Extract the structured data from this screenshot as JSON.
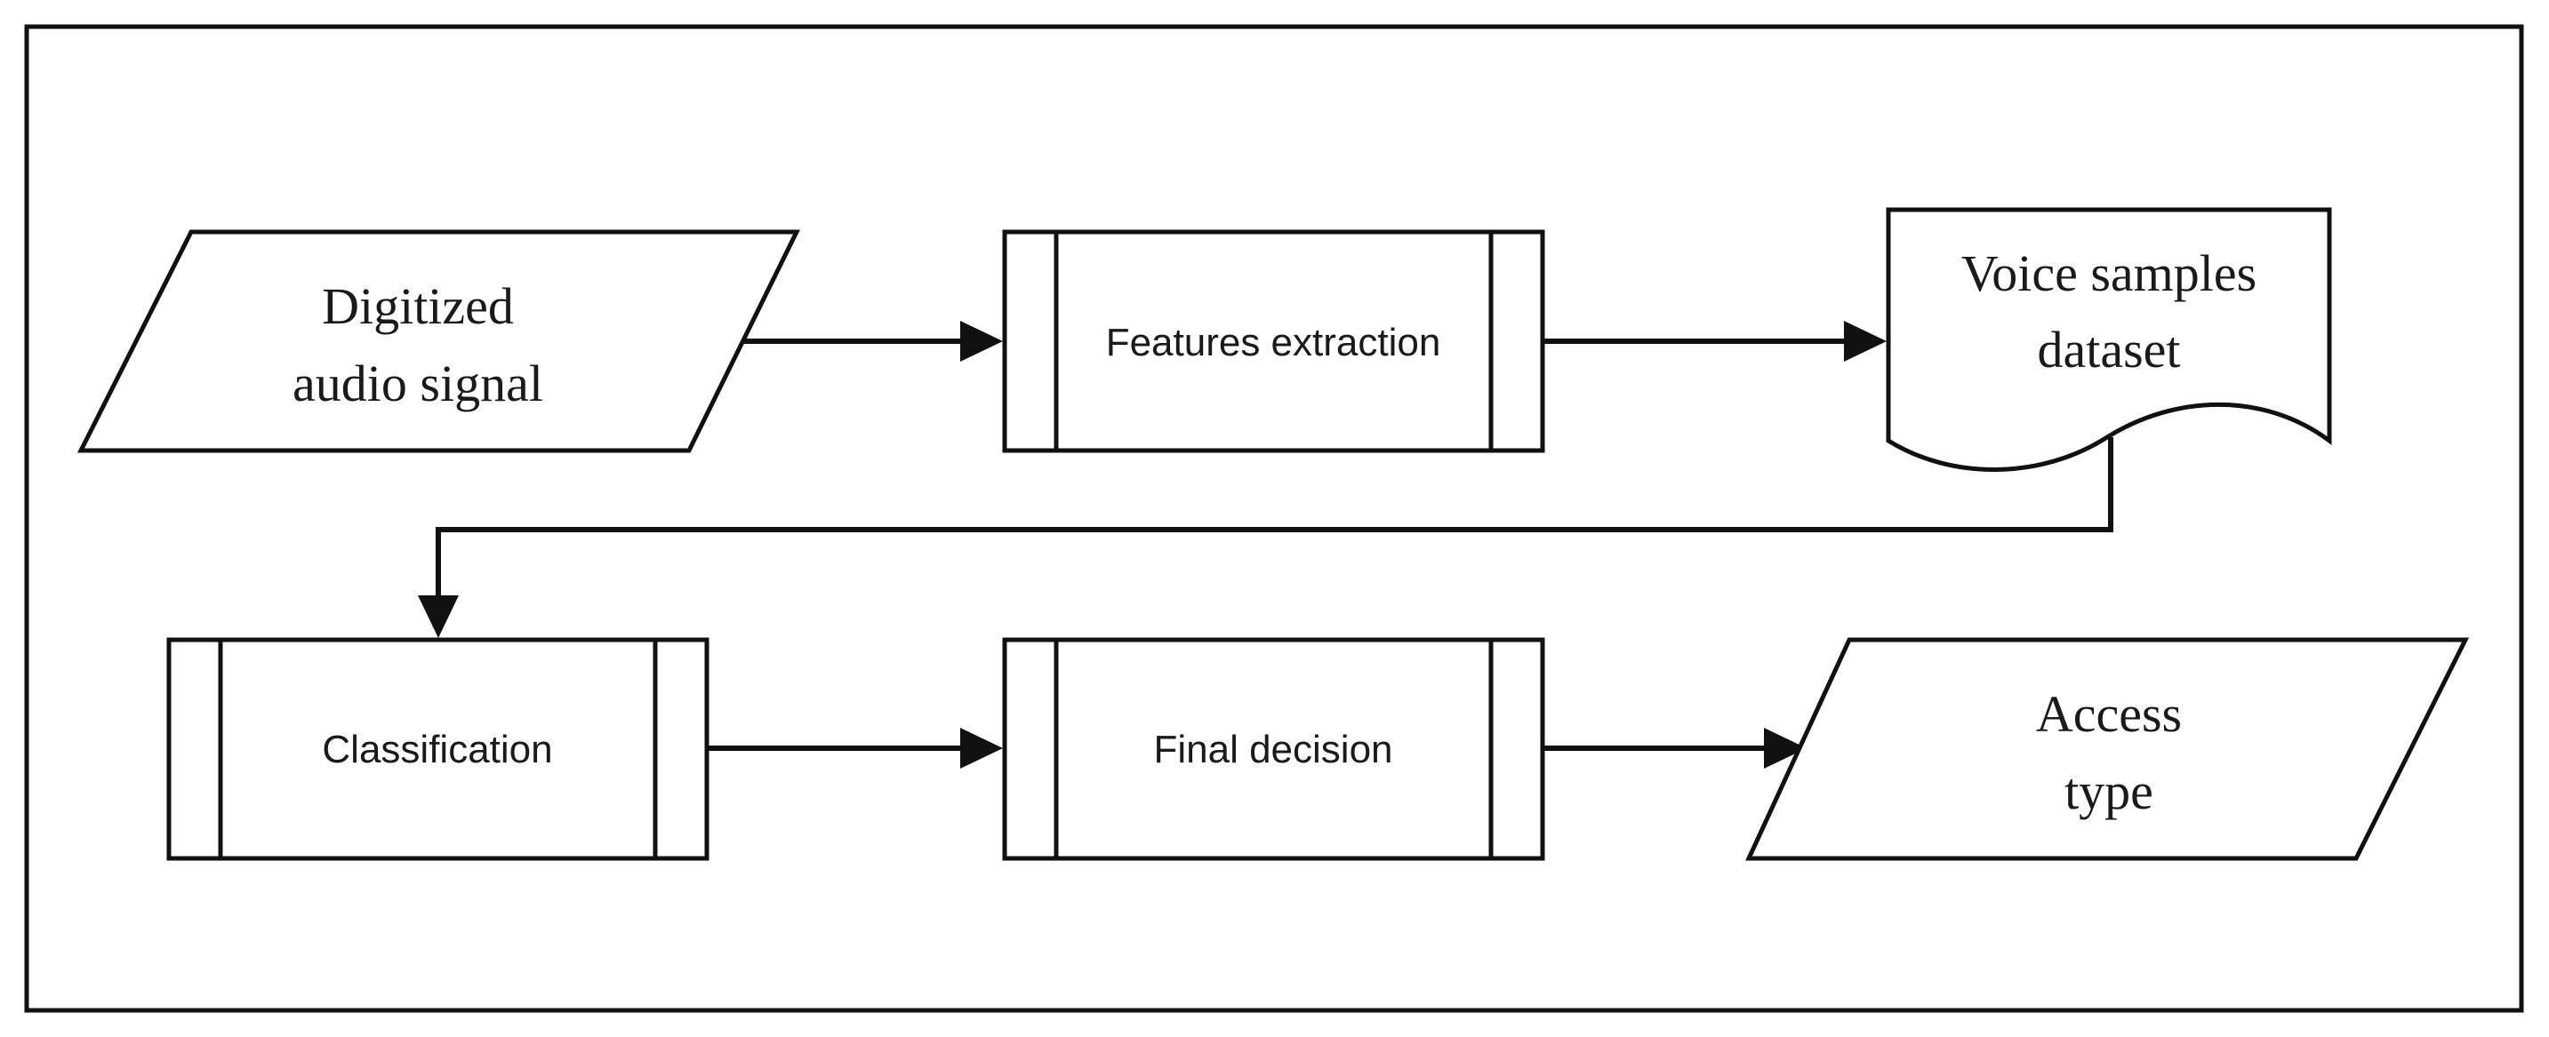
{
  "nodes": {
    "input": {
      "line1": "Digitized",
      "line2": "audio signal",
      "shape": "parallelogram"
    },
    "features": {
      "label": "Features extraction",
      "shape": "predefined-process"
    },
    "dataset": {
      "line1": "Voice samples",
      "line2": "dataset",
      "shape": "document"
    },
    "classification": {
      "label": "Classification",
      "shape": "predefined-process"
    },
    "decision": {
      "label": "Final decision",
      "shape": "predefined-process"
    },
    "output": {
      "line1": "Access",
      "line2": "type",
      "shape": "parallelogram"
    }
  },
  "edges": [
    {
      "from": "input",
      "to": "features"
    },
    {
      "from": "features",
      "to": "dataset"
    },
    {
      "from": "dataset",
      "to": "classification"
    },
    {
      "from": "classification",
      "to": "decision"
    },
    {
      "from": "decision",
      "to": "output"
    }
  ],
  "colors": {
    "stroke": "#111111",
    "fill": "#ffffff",
    "text": "#1a1a1a"
  }
}
